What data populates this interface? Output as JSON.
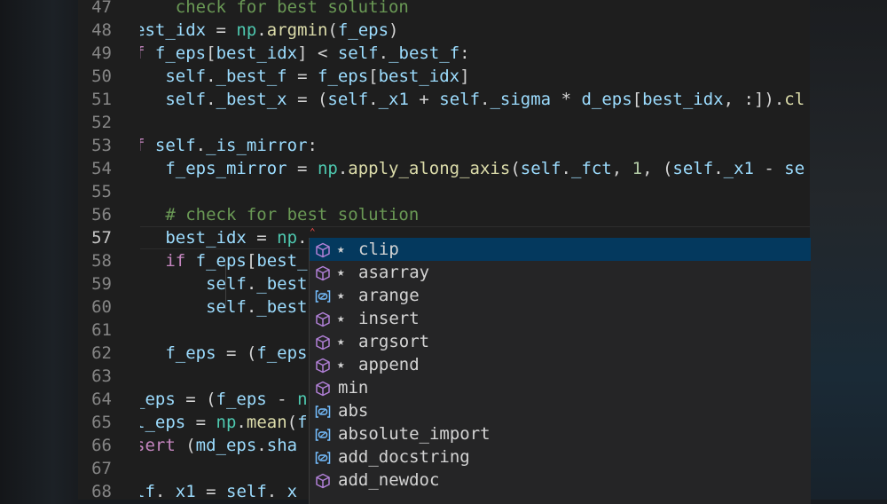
{
  "editor": {
    "current_line": 57,
    "lines": [
      {
        "n": 47,
        "tokens": [
          [
            "com",
            "    check for best solution"
          ]
        ]
      },
      {
        "n": 48,
        "tokens": [
          [
            "var",
            "est_idx"
          ],
          [
            "p",
            " = "
          ],
          [
            "mod",
            "np"
          ],
          [
            "p",
            "."
          ],
          [
            "fn",
            "argmin"
          ],
          [
            "p",
            "("
          ],
          [
            "var",
            "f_eps"
          ],
          [
            "p",
            ")"
          ]
        ]
      },
      {
        "n": 49,
        "tokens": [
          [
            "kw",
            "f"
          ],
          [
            "p",
            " "
          ],
          [
            "var",
            "f_eps"
          ],
          [
            "p",
            "["
          ],
          [
            "var",
            "best_idx"
          ],
          [
            "p",
            "] < "
          ],
          [
            "var",
            "self"
          ],
          [
            "p",
            "."
          ],
          [
            "var",
            "_best_f"
          ],
          [
            "p",
            ":"
          ]
        ]
      },
      {
        "n": 50,
        "tokens": [
          [
            "p",
            "   "
          ],
          [
            "var",
            "self"
          ],
          [
            "p",
            "."
          ],
          [
            "var",
            "_best_f"
          ],
          [
            "p",
            " = "
          ],
          [
            "var",
            "f_eps"
          ],
          [
            "p",
            "["
          ],
          [
            "var",
            "best_idx"
          ],
          [
            "p",
            "]"
          ]
        ]
      },
      {
        "n": 51,
        "tokens": [
          [
            "p",
            "   "
          ],
          [
            "var",
            "self"
          ],
          [
            "p",
            "."
          ],
          [
            "var",
            "_best_x"
          ],
          [
            "p",
            " = ("
          ],
          [
            "var",
            "self"
          ],
          [
            "p",
            "."
          ],
          [
            "var",
            "_x1"
          ],
          [
            "p",
            " + "
          ],
          [
            "var",
            "self"
          ],
          [
            "p",
            "."
          ],
          [
            "var",
            "_sigma"
          ],
          [
            "p",
            " * "
          ],
          [
            "var",
            "d_eps"
          ],
          [
            "p",
            "["
          ],
          [
            "var",
            "best_idx"
          ],
          [
            "p",
            ", :])."
          ],
          [
            "fn",
            "cl"
          ]
        ]
      },
      {
        "n": 52,
        "tokens": []
      },
      {
        "n": 53,
        "tokens": [
          [
            "kw",
            "f"
          ],
          [
            "p",
            " "
          ],
          [
            "var",
            "self"
          ],
          [
            "p",
            "."
          ],
          [
            "var",
            "_is_mirror"
          ],
          [
            "p",
            ":"
          ]
        ]
      },
      {
        "n": 54,
        "tokens": [
          [
            "p",
            "   "
          ],
          [
            "var",
            "f_eps_mirror"
          ],
          [
            "p",
            " = "
          ],
          [
            "mod",
            "np"
          ],
          [
            "p",
            "."
          ],
          [
            "fn",
            "apply_along_axis"
          ],
          [
            "p",
            "("
          ],
          [
            "var",
            "self"
          ],
          [
            "p",
            "."
          ],
          [
            "var",
            "_fct"
          ],
          [
            "p",
            ", "
          ],
          [
            "num",
            "1"
          ],
          [
            "p",
            ", ("
          ],
          [
            "var",
            "self"
          ],
          [
            "p",
            "."
          ],
          [
            "var",
            "_x1"
          ],
          [
            "p",
            " - "
          ],
          [
            "var",
            "se"
          ]
        ]
      },
      {
        "n": 55,
        "tokens": []
      },
      {
        "n": 56,
        "tokens": [
          [
            "p",
            "   "
          ],
          [
            "com",
            "# check for best solution"
          ]
        ]
      },
      {
        "n": 57,
        "tokens": [
          [
            "p",
            "   "
          ],
          [
            "var",
            "best_idx"
          ],
          [
            "p",
            " = "
          ],
          [
            "mod",
            "np"
          ],
          [
            "p",
            "."
          ]
        ]
      },
      {
        "n": 58,
        "tokens": [
          [
            "p",
            "   "
          ],
          [
            "kw",
            "if"
          ],
          [
            "p",
            " "
          ],
          [
            "var",
            "f_eps"
          ],
          [
            "p",
            "["
          ],
          [
            "var",
            "best_"
          ]
        ]
      },
      {
        "n": 59,
        "tokens": [
          [
            "p",
            "       "
          ],
          [
            "var",
            "self"
          ],
          [
            "p",
            "."
          ],
          [
            "var",
            "_best"
          ]
        ]
      },
      {
        "n": 60,
        "tokens": [
          [
            "p",
            "       "
          ],
          [
            "var",
            "self"
          ],
          [
            "p",
            "."
          ],
          [
            "var",
            "_best"
          ]
        ]
      },
      {
        "n": 61,
        "tokens": []
      },
      {
        "n": 62,
        "tokens": [
          [
            "p",
            "   "
          ],
          [
            "var",
            "f_eps"
          ],
          [
            "p",
            " = ("
          ],
          [
            "var",
            "f_eps"
          ]
        ]
      },
      {
        "n": 63,
        "tokens": []
      },
      {
        "n": 64,
        "tokens": [
          [
            "var",
            "_eps"
          ],
          [
            "p",
            " = ("
          ],
          [
            "var",
            "f_eps"
          ],
          [
            "p",
            " - "
          ],
          [
            "mod",
            "n"
          ]
        ]
      },
      {
        "n": 65,
        "tokens": [
          [
            "var",
            "l_eps"
          ],
          [
            "p",
            " = "
          ],
          [
            "mod",
            "np"
          ],
          [
            "p",
            "."
          ],
          [
            "fn",
            "mean"
          ],
          [
            "p",
            "("
          ],
          [
            "var",
            "f"
          ]
        ]
      },
      {
        "n": 66,
        "tokens": [
          [
            "kw",
            "sert"
          ],
          [
            "p",
            " ("
          ],
          [
            "var",
            "md_eps"
          ],
          [
            "p",
            "."
          ],
          [
            "var",
            "sha"
          ]
        ]
      },
      {
        "n": 67,
        "tokens": []
      },
      {
        "n": 68,
        "tokens": [
          [
            "var",
            "lf"
          ],
          [
            "p",
            "."
          ],
          [
            "var",
            "_x1"
          ],
          [
            "p",
            " = "
          ],
          [
            "var",
            "self"
          ],
          [
            "p",
            "."
          ],
          [
            "var",
            "_x"
          ]
        ]
      }
    ]
  },
  "suggestions": {
    "selected_index": 0,
    "items": [
      {
        "label": "clip",
        "kind": "module",
        "starred": true
      },
      {
        "label": "asarray",
        "kind": "module",
        "starred": true
      },
      {
        "label": "arange",
        "kind": "variable",
        "starred": true
      },
      {
        "label": "insert",
        "kind": "module",
        "starred": true
      },
      {
        "label": "argsort",
        "kind": "module",
        "starred": true
      },
      {
        "label": "append",
        "kind": "module",
        "starred": true
      },
      {
        "label": "min",
        "kind": "module",
        "starred": false
      },
      {
        "label": "abs",
        "kind": "variable",
        "starred": false
      },
      {
        "label": "absolute_import",
        "kind": "variable",
        "starred": false
      },
      {
        "label": "add_docstring",
        "kind": "variable",
        "starred": false
      },
      {
        "label": "add_newdoc",
        "kind": "module",
        "starred": false
      }
    ],
    "star_glyph": "★",
    "colors": {
      "module_icon": "#b180d7",
      "variable_icon": "#75beff",
      "selected_bg": "#04395e"
    }
  }
}
